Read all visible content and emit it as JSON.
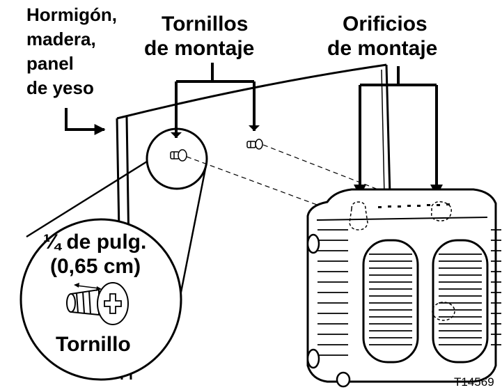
{
  "labels": {
    "surface_line1": "Hormigón,",
    "surface_line2": "madera,",
    "surface_line3": "panel",
    "surface_line4": "de yeso",
    "screws_line1": "Tornillos",
    "screws_line2": "de montaje",
    "holes_line1": "Orificios",
    "holes_line2": "de montaje",
    "size_line1": "¼ de pulg.",
    "size_line2": "(0,65 cm)",
    "screw_caption": "Tornillo",
    "figure_id": "T14569"
  }
}
